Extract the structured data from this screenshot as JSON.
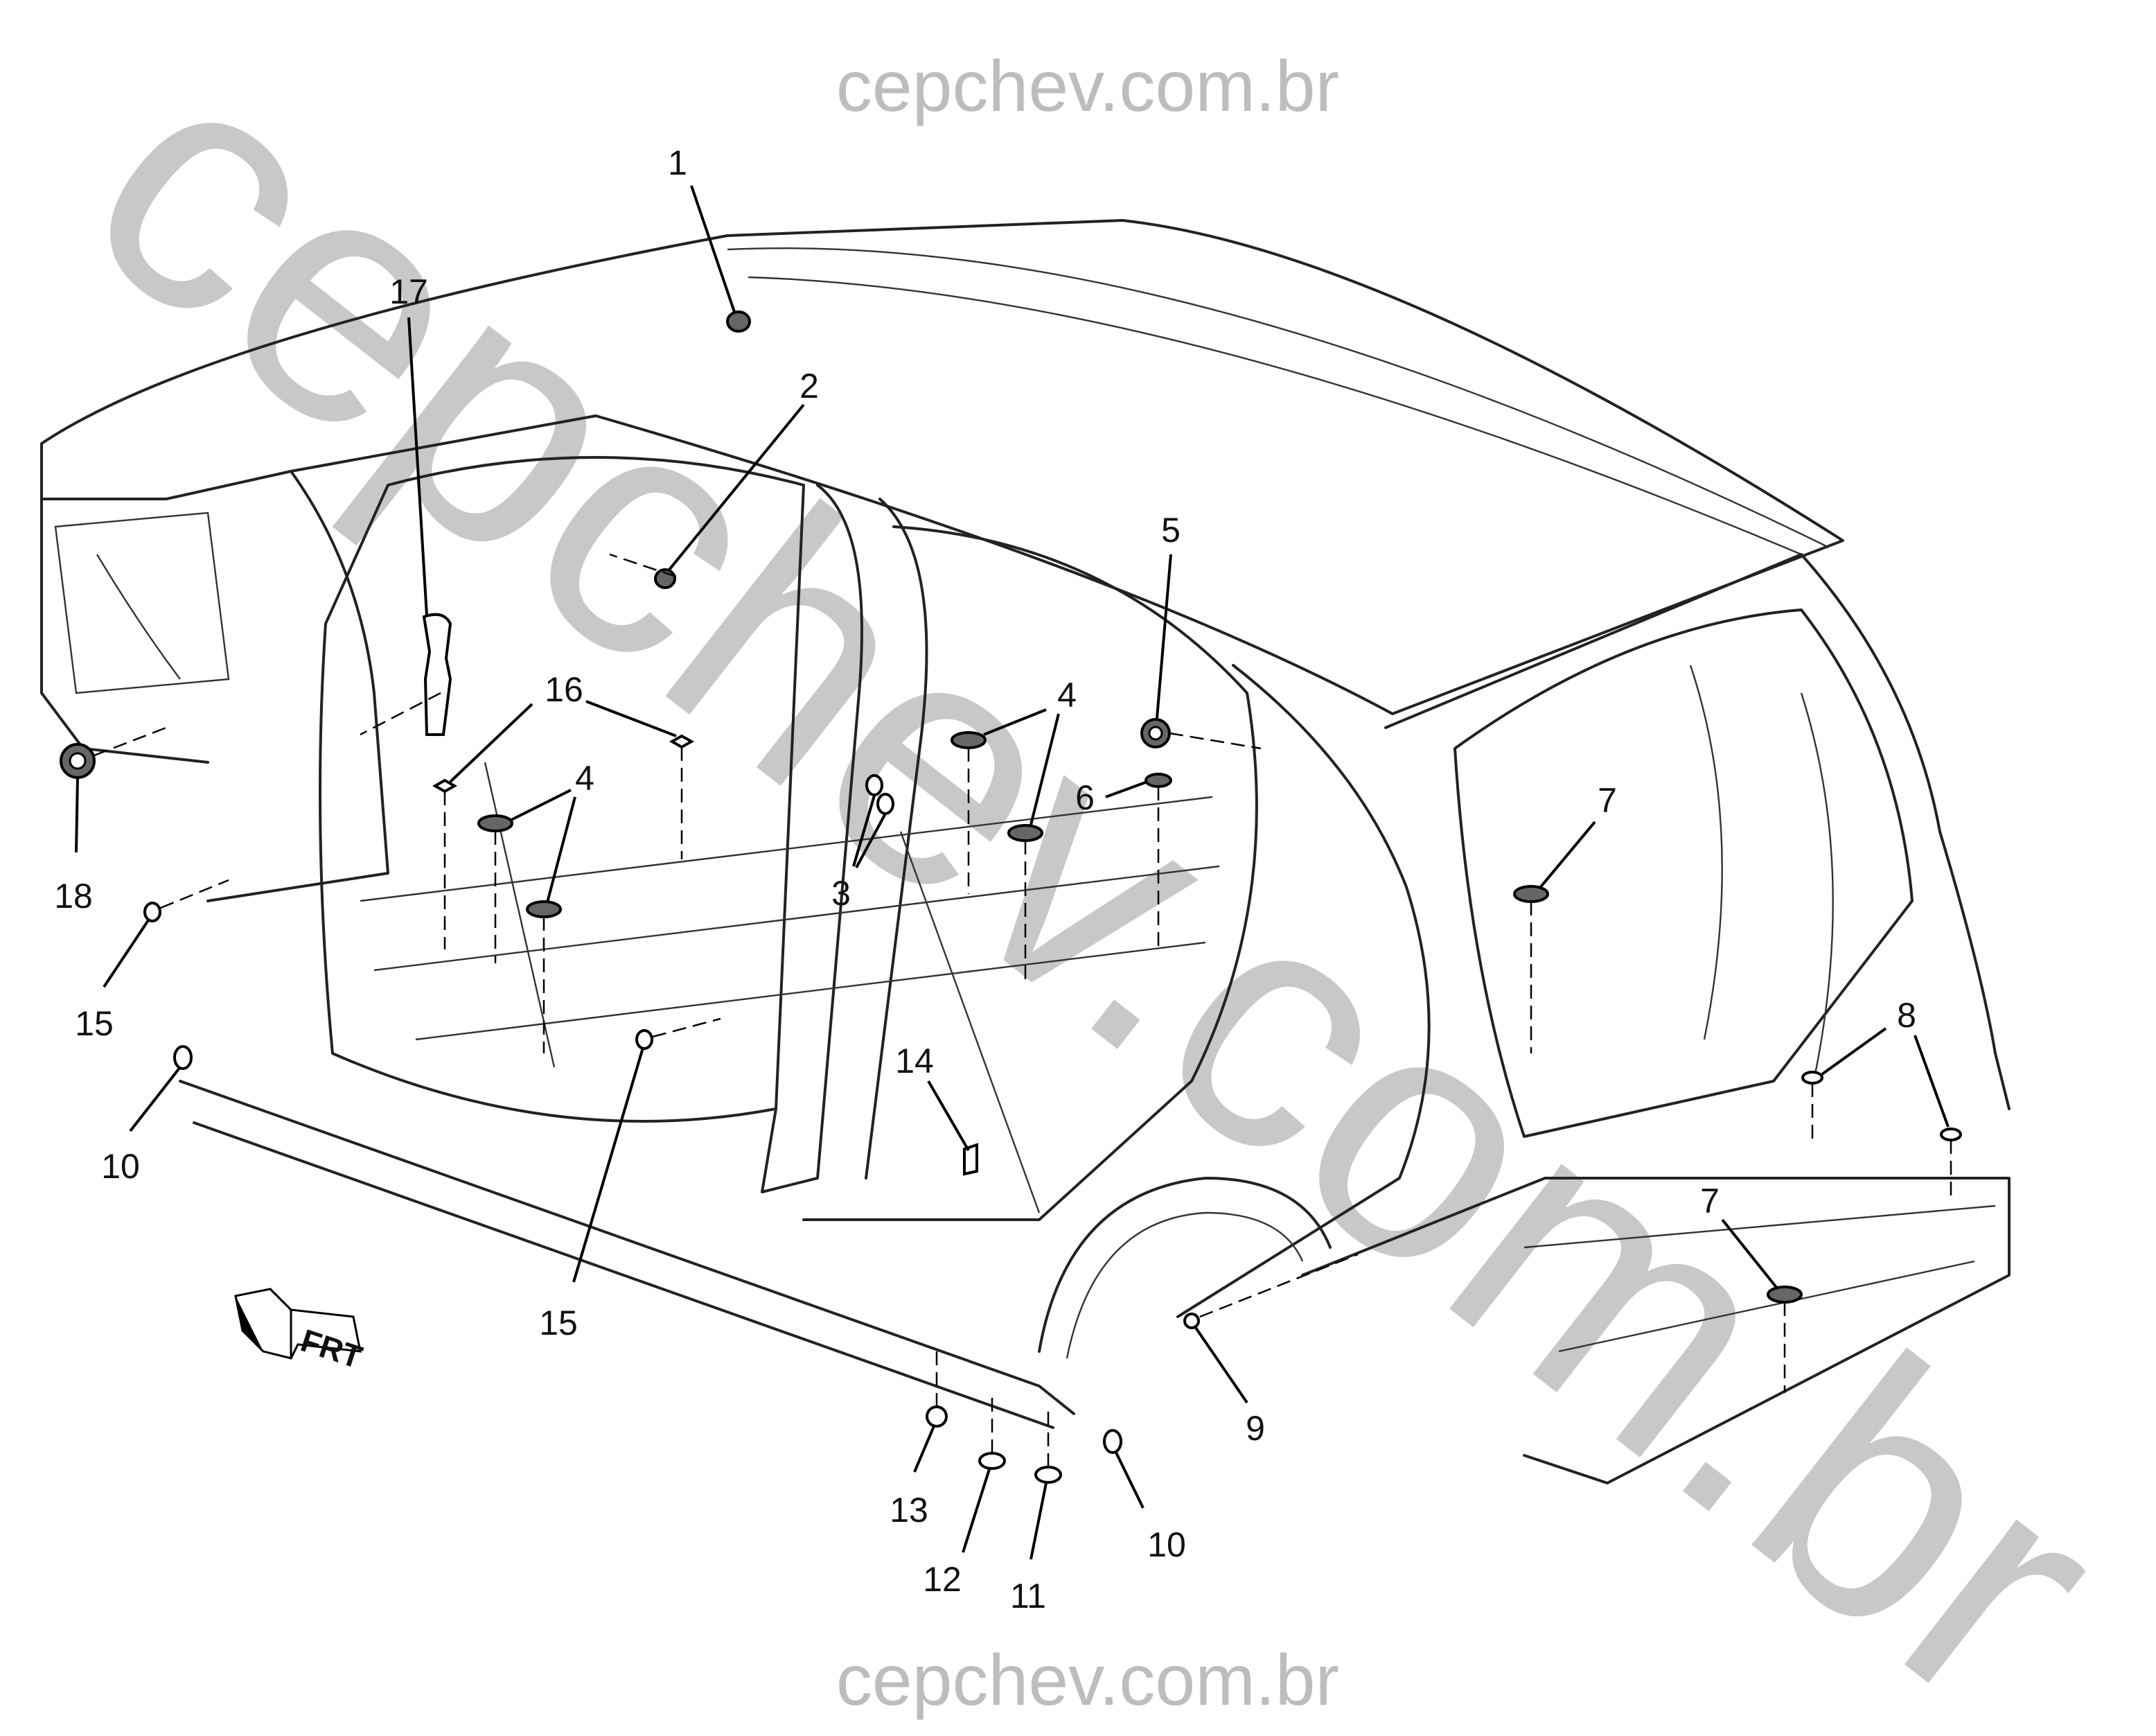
{
  "watermark": {
    "top": "cepchev.com.br",
    "bottom": "cepchev.com.br",
    "diagonal": "cepchev.com.br"
  },
  "front_indicator": "FRT",
  "callouts": [
    {
      "id": "c1",
      "label": "1"
    },
    {
      "id": "c2",
      "label": "2"
    },
    {
      "id": "c3",
      "label": "3"
    },
    {
      "id": "c4a",
      "label": "4"
    },
    {
      "id": "c4b",
      "label": "4"
    },
    {
      "id": "c5",
      "label": "5"
    },
    {
      "id": "c6",
      "label": "6"
    },
    {
      "id": "c7a",
      "label": "7"
    },
    {
      "id": "c7b",
      "label": "7"
    },
    {
      "id": "c8",
      "label": "8"
    },
    {
      "id": "c9",
      "label": "9"
    },
    {
      "id": "c10a",
      "label": "10"
    },
    {
      "id": "c10b",
      "label": "10"
    },
    {
      "id": "c11",
      "label": "11"
    },
    {
      "id": "c12",
      "label": "12"
    },
    {
      "id": "c13",
      "label": "13"
    },
    {
      "id": "c14",
      "label": "14"
    },
    {
      "id": "c15a",
      "label": "15"
    },
    {
      "id": "c15b",
      "label": "15"
    },
    {
      "id": "c16",
      "label": "16"
    },
    {
      "id": "c17",
      "label": "17"
    },
    {
      "id": "c18",
      "label": "18"
    }
  ]
}
